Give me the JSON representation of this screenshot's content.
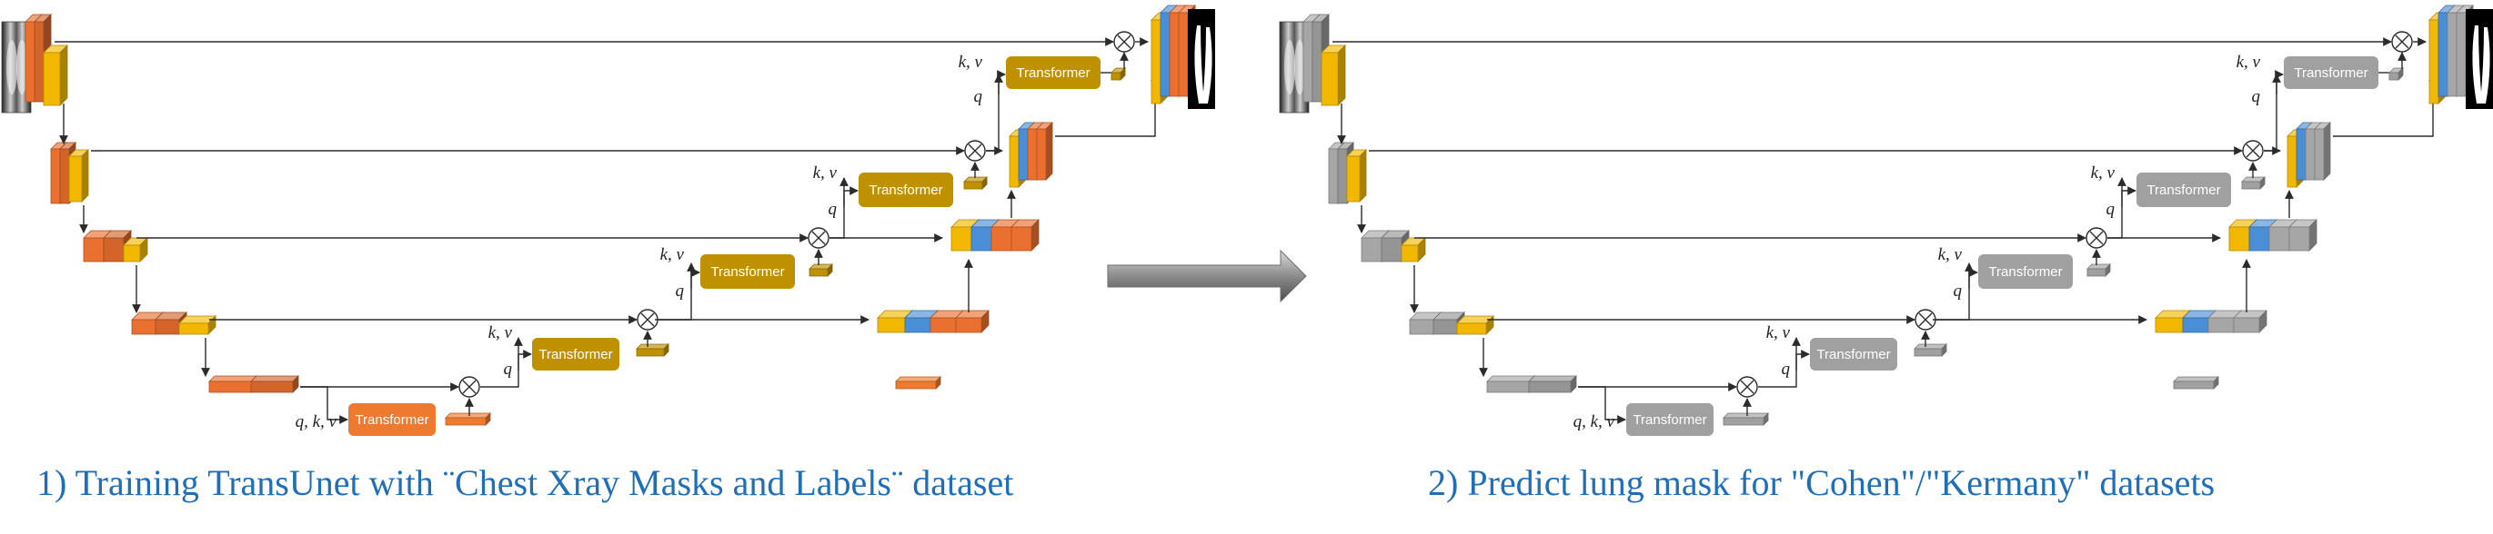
{
  "captions": {
    "left": "1) Training TransUnet with ¨Chest Xray Masks and Labels¨ dataset",
    "right": "2) Predict lung mask for \"Cohen\"/\"Kermany\" datasets"
  },
  "labels": {
    "transformer": "Transformer",
    "kv": "k, v",
    "q": "q",
    "qkv": "q, k, v",
    "multiply": "⊗"
  },
  "colors": {
    "caption_blue": "#1f6fb8",
    "left_block_orange": "#ea7030",
    "left_block_yellow": "#f2b800",
    "left_transformer_gold": "#bf9000",
    "left_bottleneck_transformer": "#ee7a2f",
    "right_block_gray": "#a6a6a6",
    "right_transformer_gray": "#a0a0a0",
    "skip_blue": "#4a8fd6"
  },
  "icons": {
    "input_image": "chest-xray-thumbnail",
    "output_image": "lung-mask-thumbnail",
    "transfer_arrow": "big-right-arrow"
  }
}
